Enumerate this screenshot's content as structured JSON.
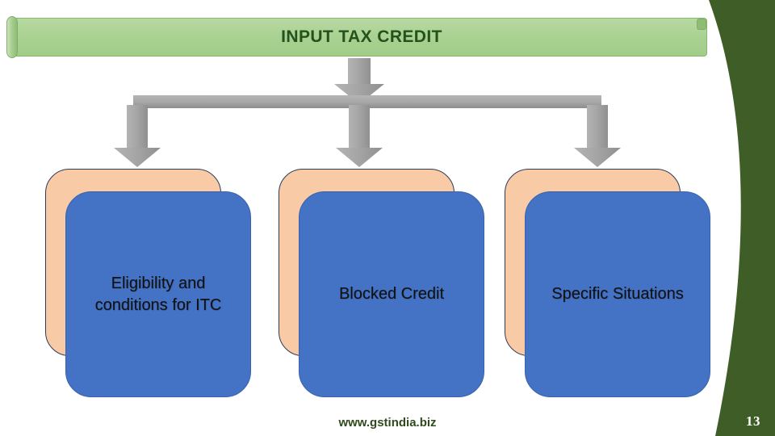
{
  "slide": {
    "title": "INPUT TAX CREDIT",
    "page_number": "13",
    "footer_url": "www.gstindia.biz"
  },
  "colors": {
    "banner_fill": "#a9d191",
    "banner_text": "#23521d",
    "card_front": "#4472c4",
    "card_back": "#f8cba6",
    "connector": "#a6a6a6",
    "decoration_green": "#3f5e27",
    "footer_text": "#2f4b1e"
  },
  "cards": [
    {
      "id": "eligibility",
      "label": "Eligibility and conditions for ITC"
    },
    {
      "id": "blocked-credit",
      "label": "Blocked Credit"
    },
    {
      "id": "specific-situations",
      "label": "Specific Situations"
    }
  ],
  "connectors": {
    "root_arrow": "down-arrow",
    "branch_bar": "horizontal-bar",
    "branch_arrows": [
      "down-arrow",
      "down-arrow",
      "down-arrow"
    ]
  }
}
